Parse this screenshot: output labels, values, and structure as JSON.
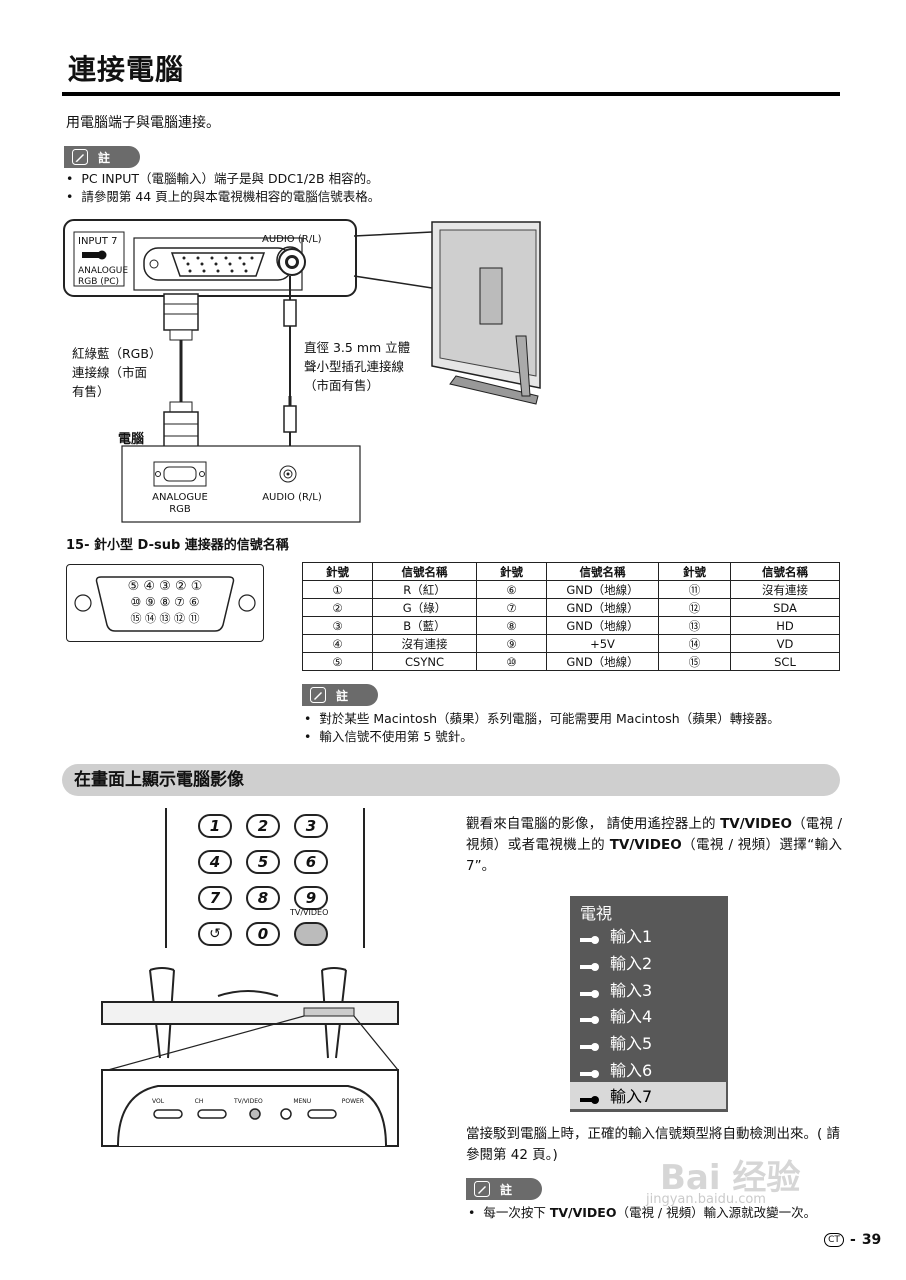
{
  "page": {
    "title": "連接電腦",
    "intro": "用電腦端子與電腦連接。",
    "note_label": "註",
    "notes1": [
      "PC INPUT（電腦輸入）端子是與 DDC1/2B 相容的。",
      "請參閱第 44 頁上的與本電視機相容的電腦信號表格。"
    ],
    "page_number": "39",
    "page_badge": "CT",
    "page_dash": "-"
  },
  "diagram": {
    "input7_label": "INPUT 7",
    "analogue_rgb_pc": "ANALOGUE RGB (PC)",
    "audio_rl_top": "AUDIO (R/L)",
    "rgb_cable_label": "紅綠藍（RGB）連接線（市面有售）",
    "audio_cable_label": "直徑 3.5 mm 立體聲小型插孔連接線（市面有售）",
    "pc_label": "電腦",
    "analogue_rgb": "ANALOGUE RGB",
    "audio_bottom": "AUDIO (R/L)"
  },
  "pinout": {
    "heading": "15- 針小型 D-sub 連接器的信號名稱",
    "row1": "⑤ ④ ③ ② ①",
    "row2": "⑩ ⑨ ⑧ ⑦ ⑥",
    "row3": "⑮ ⑭ ⑬ ⑫ ⑪",
    "headers": [
      "針號",
      "信號名稱",
      "針號",
      "信號名稱",
      "針號",
      "信號名稱"
    ],
    "rows": [
      [
        "①",
        "R（紅）",
        "⑥",
        "GND（地線）",
        "⑪",
        "沒有連接"
      ],
      [
        "②",
        "G（綠）",
        "⑦",
        "GND（地線）",
        "⑫",
        "SDA"
      ],
      [
        "③",
        "B（藍）",
        "⑧",
        "GND（地線）",
        "⑬",
        "HD"
      ],
      [
        "④",
        "沒有連接",
        "⑨",
        "+5V",
        "⑭",
        "VD"
      ],
      [
        "⑤",
        "CSYNC",
        "⑩",
        "GND（地線）",
        "⑮",
        "SCL"
      ]
    ]
  },
  "notes2": [
    "對於某些 Macintosh（蘋果）系列電腦，可能需要用 Macintosh（蘋果）轉接器。",
    "輸入信號不使用第 5 號針。"
  ],
  "section2": {
    "title": "在畫面上顯示電腦影像",
    "para_a": "觀看來自電腦的影像， 請使用遙控器上的 ",
    "tvvideo": "TV/VIDEO",
    "para_b": "（電視 / 視頻）或者電視機上的 ",
    "para_c": "（電視 / 視頻）選擇“輸入 7”。",
    "menu": {
      "header": "電視",
      "items": [
        "輸入1",
        "輸入2",
        "輸入3",
        "輸入4",
        "輸入5",
        "輸入6",
        "輸入7"
      ],
      "selected_index": 6
    },
    "para2": "當接駁到電腦上時，正確的輸入信號類型將自動檢測出來。( 請參閱第 42 頁。)",
    "note3_a": "每一次按下 ",
    "note3_b": "（電視 / 視頻）輸入源就改變一次。"
  },
  "remote": {
    "keys": [
      "1",
      "2",
      "3",
      "4",
      "5",
      "6",
      "7",
      "8",
      "9",
      "",
      "0"
    ],
    "tvvideo_label": "TV/VIDEO"
  },
  "panel": {
    "labels": [
      "VOL",
      "CH",
      "TV/VIDEO",
      "MENU",
      "POWER"
    ]
  },
  "watermark": {
    "main": "Bai 经验",
    "sub": "jingyan.baidu.com"
  },
  "colors": {
    "menu_bg": "#585858",
    "menu_selected": "#d9d9d9",
    "section_bar": "#cfcfcf",
    "note_pill": "#6b6b6b"
  }
}
